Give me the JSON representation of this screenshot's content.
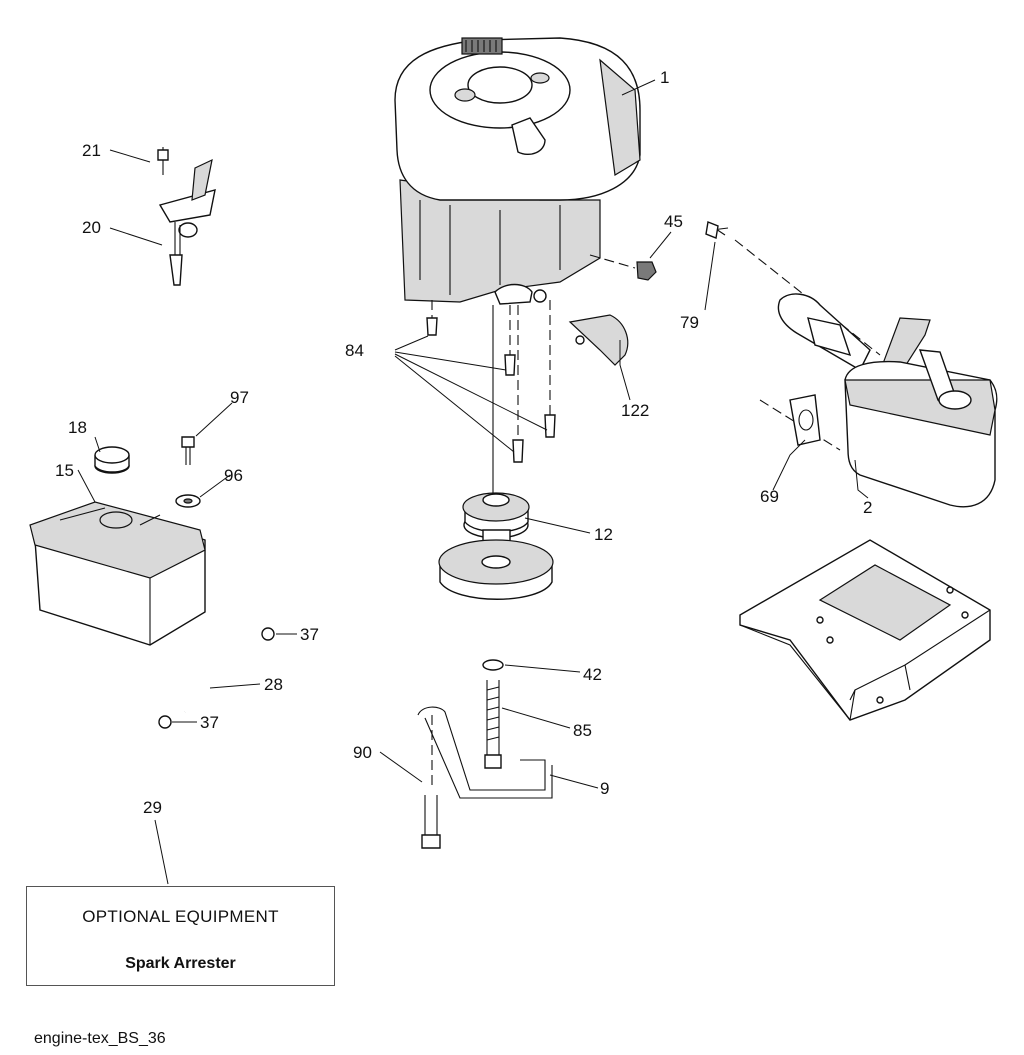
{
  "labels": {
    "l1": "1",
    "l2": "2",
    "l9": "9",
    "l12": "12",
    "l15": "15",
    "l18": "18",
    "l20": "20",
    "l21": "21",
    "l28": "28",
    "l29": "29",
    "l37a": "37",
    "l37b": "37",
    "l42": "42",
    "l45": "45",
    "l69": "69",
    "l79": "79",
    "l84": "84",
    "l85": "85",
    "l90": "90",
    "l96": "96",
    "l97": "97",
    "l122": "122"
  },
  "optional_box": {
    "title": "OPTIONAL EQUIPMENT",
    "subtitle": "Spark Arrester"
  },
  "caption": "engine-tex_BS_36"
}
